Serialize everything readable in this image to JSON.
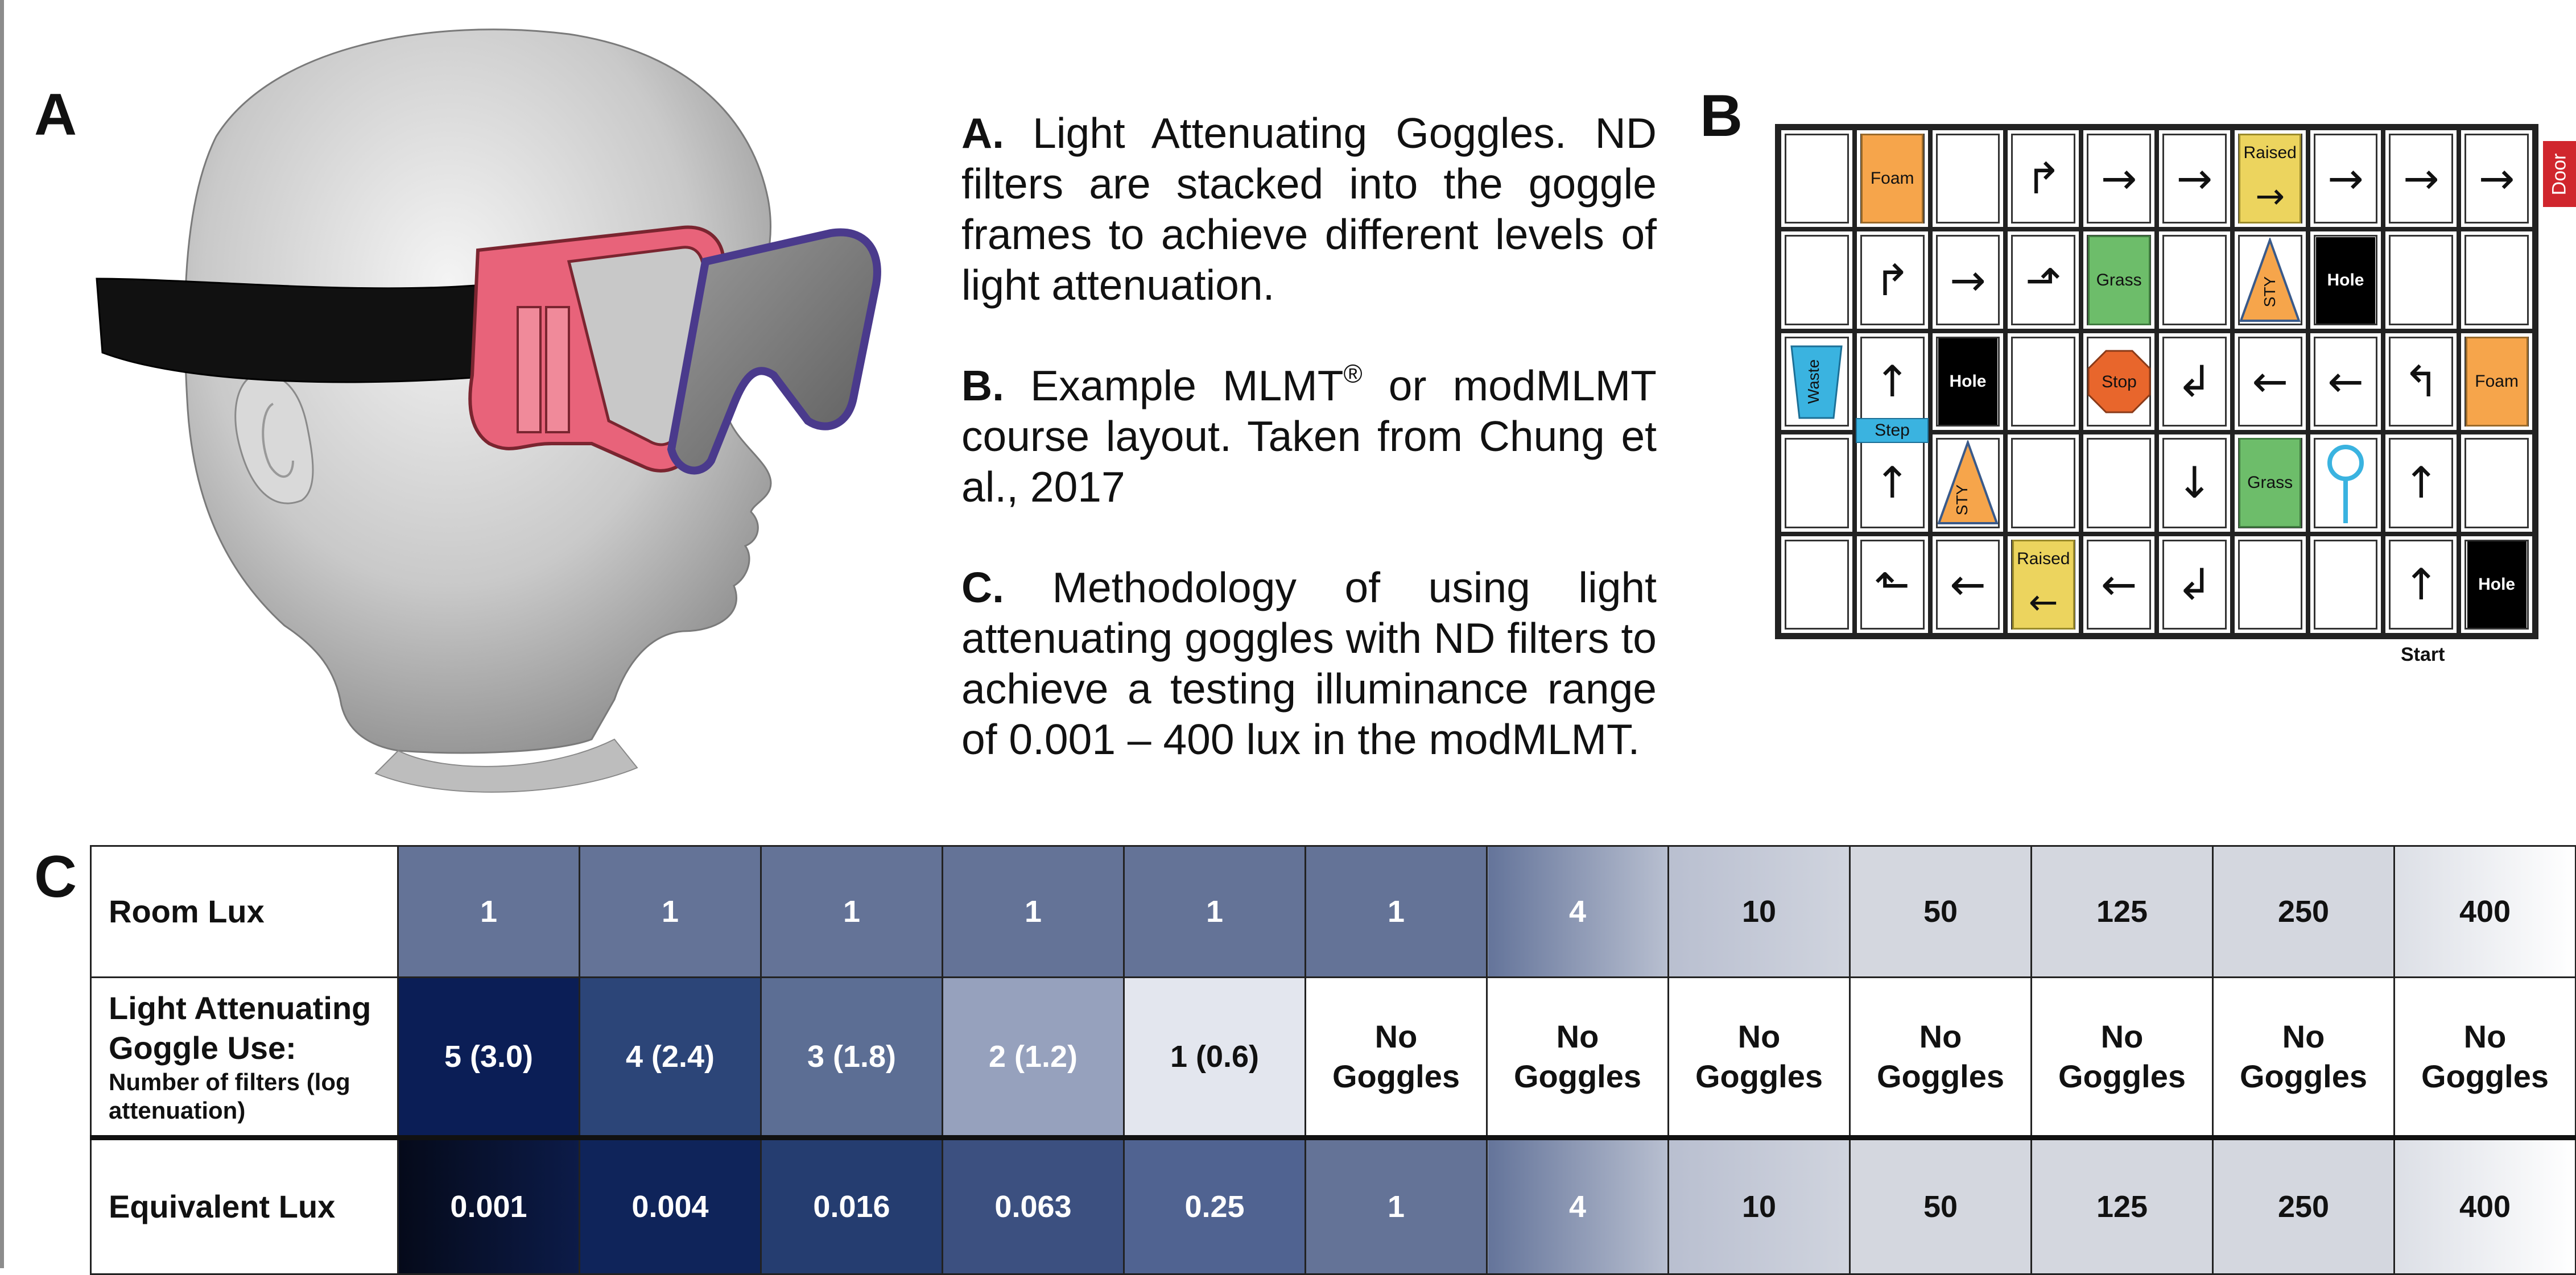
{
  "panels": {
    "a": "A",
    "b": "B",
    "c": "C"
  },
  "caption": {
    "a_bold": "A.",
    "a_text": " Light Attenuating Goggles. ND filters are stacked into the goggle frames to achieve different levels of light attenuation.",
    "b_bold": "B.",
    "b_text_1": " Example MLMT",
    "b_sup": "®",
    "b_text_2": " or modMLMT course layout. Taken from Chung et al., 2017",
    "c_bold": "C.",
    "c_text": " Methodology of using light attenuating goggles with ND filters to achieve a testing illuminance range of 0.001 – 400 lux in the modMLMT."
  },
  "course": {
    "door_label": "Door",
    "start_label": "Start",
    "step_label": "Step",
    "rows": [
      [
        {
          "t": "empty"
        },
        {
          "t": "foam",
          "label": "Foam"
        },
        {
          "t": "empty"
        },
        {
          "t": "arrow",
          "glyph": "↱"
        },
        {
          "t": "arrow",
          "glyph": "→"
        },
        {
          "t": "arrow",
          "glyph": "→"
        },
        {
          "t": "raised",
          "label": "Raised",
          "glyph": "→"
        },
        {
          "t": "arrow",
          "glyph": "→"
        },
        {
          "t": "arrow",
          "glyph": "→"
        },
        {
          "t": "arrow",
          "glyph": "→"
        }
      ],
      [
        {
          "t": "empty"
        },
        {
          "t": "arrow",
          "glyph": "↱"
        },
        {
          "t": "arrow",
          "glyph": "→"
        },
        {
          "t": "arrow",
          "glyph": "⬏"
        },
        {
          "t": "grass",
          "label": "Grass"
        },
        {
          "t": "empty"
        },
        {
          "t": "sty",
          "label": "STY",
          "flip": true
        },
        {
          "t": "hole",
          "label": "Hole"
        },
        {
          "t": "empty"
        },
        {
          "t": "empty"
        }
      ],
      [
        {
          "t": "waste",
          "label": "Waste"
        },
        {
          "t": "arrow",
          "glyph": "↑"
        },
        {
          "t": "hole",
          "label": "Hole"
        },
        {
          "t": "empty"
        },
        {
          "t": "stop",
          "label": "Stop"
        },
        {
          "t": "arrow",
          "glyph": "↲"
        },
        {
          "t": "arrow",
          "glyph": "←"
        },
        {
          "t": "arrow",
          "glyph": "←"
        },
        {
          "t": "arrow",
          "glyph": "↰"
        },
        {
          "t": "foam",
          "label": "Foam"
        }
      ],
      [
        {
          "t": "empty"
        },
        {
          "t": "arrow",
          "glyph": "↑"
        },
        {
          "t": "sty",
          "label": "STY",
          "flip": false
        },
        {
          "t": "empty"
        },
        {
          "t": "empty"
        },
        {
          "t": "arrow",
          "glyph": "↓"
        },
        {
          "t": "grass",
          "label": "Grass"
        },
        {
          "t": "magnifier"
        },
        {
          "t": "arrow",
          "glyph": "↑"
        },
        {
          "t": "empty"
        }
      ],
      [
        {
          "t": "empty"
        },
        {
          "t": "arrow",
          "glyph": "⬑"
        },
        {
          "t": "arrow",
          "glyph": "←"
        },
        {
          "t": "raised",
          "label": "Raised",
          "glyph": "←"
        },
        {
          "t": "arrow",
          "glyph": "←"
        },
        {
          "t": "arrow",
          "glyph": "↲"
        },
        {
          "t": "empty"
        },
        {
          "t": "empty"
        },
        {
          "t": "arrow",
          "glyph": "↑"
        },
        {
          "t": "hole",
          "label": "Hole"
        }
      ]
    ]
  },
  "table": {
    "row_headers": {
      "room": "Room Lux",
      "goggle_main": "Light Attenuating Goggle Use:",
      "goggle_sub": "Number of filters (log attenuation)",
      "equiv": "Equivalent Lux"
    },
    "room_lux": [
      "1",
      "1",
      "1",
      "1",
      "1",
      "1",
      "4",
      "10",
      "50",
      "125",
      "250",
      "400"
    ],
    "goggle_use": [
      "5 (3.0)",
      "4 (2.4)",
      "3 (1.8)",
      "2 (1.2)",
      "1 (0.6)",
      "No Goggles",
      "No Goggles",
      "No Goggles",
      "No Goggles",
      "No Goggles",
      "No Goggles",
      "No Goggles"
    ],
    "equivalent_lux": [
      "0.001",
      "0.004",
      "0.016",
      "0.063",
      "0.25",
      "1",
      "4",
      "10",
      "50",
      "125",
      "250",
      "400"
    ]
  },
  "colors": {
    "foam": "#f6a54b",
    "raised": "#ecd45e",
    "grass": "#6dbd6a",
    "stop": "#e8662c",
    "waste": "#3ab3e0",
    "hole": "#000000",
    "door": "#d0262d",
    "goggle_red": "#e8637a",
    "goggle_purple": "#4a3a8c"
  }
}
